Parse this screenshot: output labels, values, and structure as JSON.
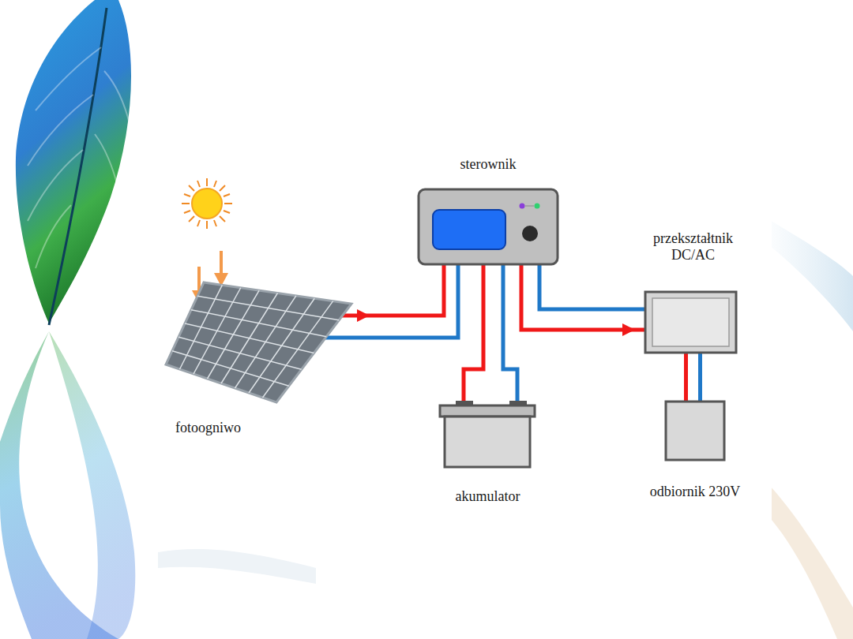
{
  "diagram": {
    "nodes": [
      {
        "text": [
          "sterownik"
        ]
      },
      {
        "text": [
          "fotoogniwo"
        ]
      },
      {
        "text": [
          "akumulator"
        ]
      },
      {
        "text": [
          "przekształtnik DC/AC"
        ]
      },
      {
        "text": [
          "odbiornik 230V"
        ]
      }
    ],
    "edges": [
      {
        "from": 1,
        "to": 0,
        "arrow": "to"
      },
      {
        "from": 0,
        "to": 2,
        "arrow": "none"
      },
      {
        "from": 0,
        "to": 3,
        "arrow": "to"
      },
      {
        "from": 3,
        "to": 4,
        "arrow": "none"
      }
    ]
  }
}
